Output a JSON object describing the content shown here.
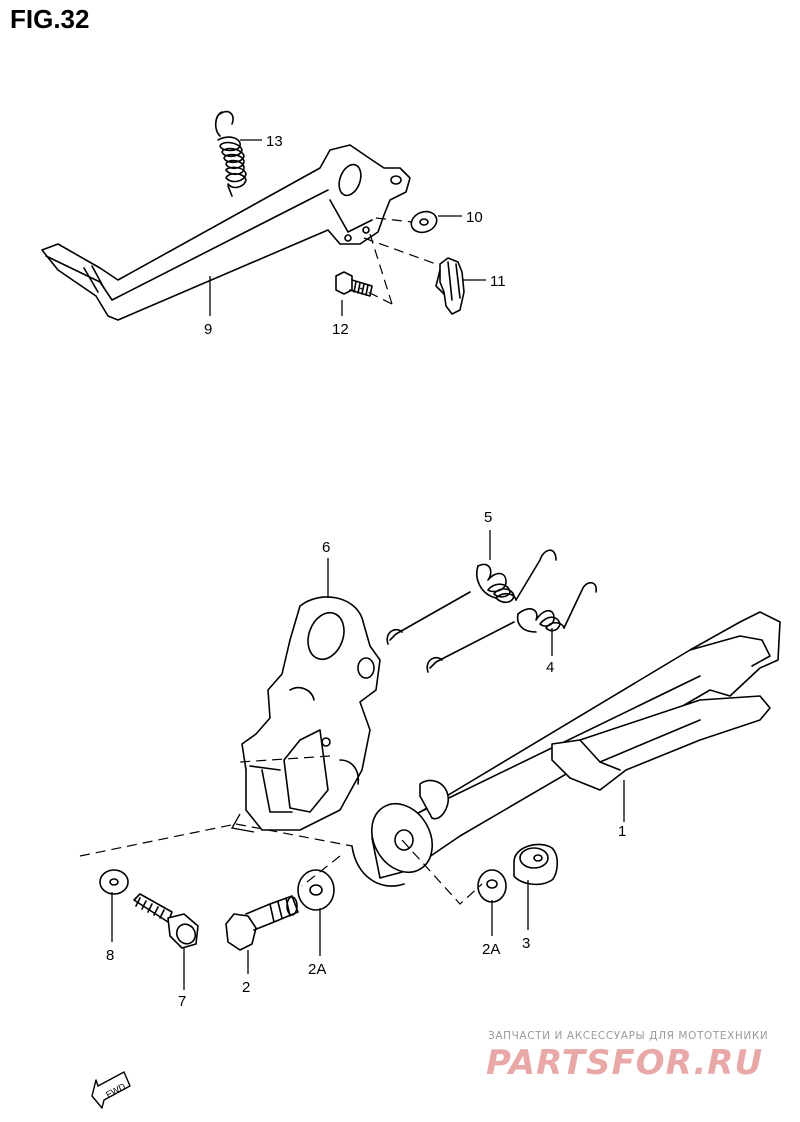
{
  "figure": {
    "title": "FIG.32"
  },
  "callouts": [
    {
      "label": "13"
    },
    {
      "label": "10"
    },
    {
      "label": "11"
    },
    {
      "label": "12"
    },
    {
      "label": "9"
    },
    {
      "label": "5"
    },
    {
      "label": "6"
    },
    {
      "label": "4"
    },
    {
      "label": "1"
    },
    {
      "label": "8"
    },
    {
      "label": "7"
    },
    {
      "label": "2"
    },
    {
      "label": "2A"
    },
    {
      "label": "2A"
    },
    {
      "label": "3"
    }
  ],
  "fwd_label": "FWD",
  "watermark": {
    "caption": "ЗАПЧАСТИ И АКСЕССУАРЫ ДЛЯ МОТОТЕХНИКИ",
    "logo_text": "PARTSFOR.RU",
    "color": "#e9a8a8"
  }
}
